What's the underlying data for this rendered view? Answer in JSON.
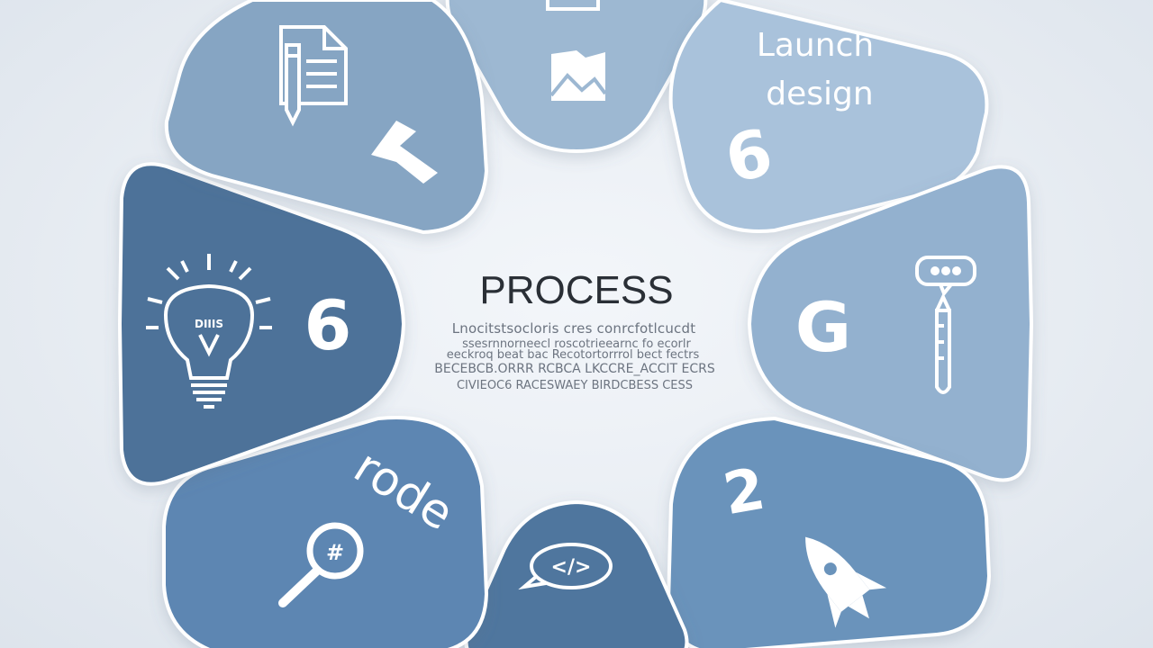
{
  "center": {
    "title": "PROCESS",
    "body_lines": [
      "Lnocitstsocloris cres conrcfotlcucdt",
      "ssesrnnorneecl roscotrieearnc fo ecorlr",
      "eeckroq beat bac Recotortorrrol bect fectrs",
      "BECEBCB.ORRR RCBCA LKCCRE_ACCIT ECRS",
      "CIVIEOC6 RACESWAEY BIRDCBESS CESS"
    ]
  },
  "segments": [
    {
      "id": "top",
      "icon": "chart-image-icon",
      "color": "#9db8d2",
      "label": "",
      "number": ""
    },
    {
      "id": "top-right",
      "icon": "",
      "color": "#a9c2db",
      "label": "Launch design",
      "label_lines": [
        "Launch",
        "design"
      ],
      "number": "6"
    },
    {
      "id": "right",
      "icon": "feedback-pen-icon",
      "color": "#93b1cf",
      "label": "",
      "number": "G"
    },
    {
      "id": "bottom-right",
      "icon": "rocket-icon",
      "color": "#6a93bb",
      "label": "",
      "number": "2"
    },
    {
      "id": "bottom",
      "icon": "code-bubble-icon",
      "color": "#4f769e",
      "label": "",
      "number": ""
    },
    {
      "id": "bottom-left",
      "icon": "magnifier-icon",
      "color": "#5d86b2",
      "label": "rode",
      "number": ""
    },
    {
      "id": "left",
      "icon": "lightbulb-icon",
      "color": "#4d7299",
      "label": "",
      "number": "6"
    },
    {
      "id": "top-left",
      "icon": "document-pencil-icon",
      "color": "#86a5c3",
      "label": "",
      "number": ""
    }
  ],
  "icons": {
    "code_glyph": "</>",
    "bulb_text": "DIIIS"
  }
}
